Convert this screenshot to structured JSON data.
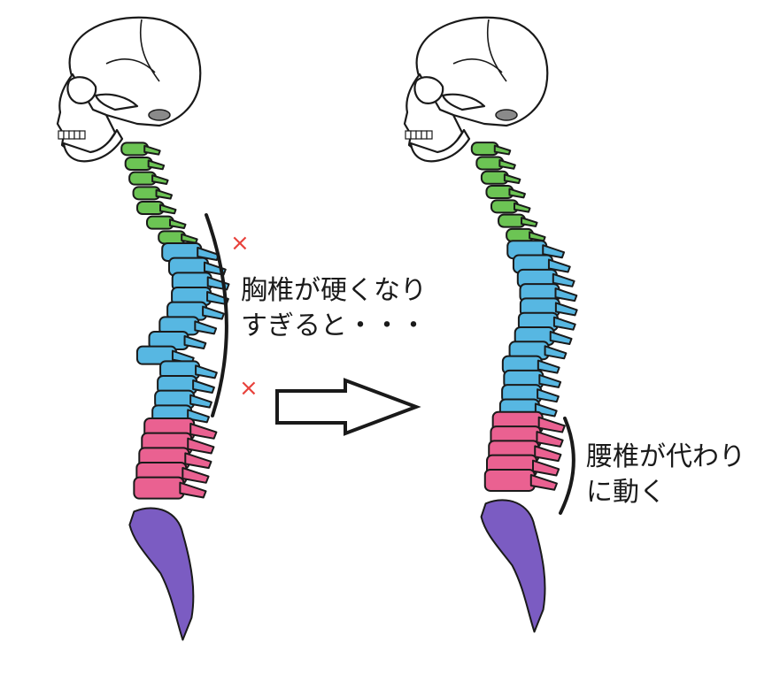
{
  "colors": {
    "cervical": "#6cc454",
    "thoracic": "#57b7e2",
    "lumbar": "#ea6191",
    "sacrum": "#7b5cc2",
    "outline": "#1a1a1a",
    "x_mark": "#e8423c"
  },
  "annotations": {
    "thoracic_stiff": {
      "line1": "胸椎が硬くなり",
      "line2": "すぎると・・・",
      "marks": [
        "×",
        "×"
      ]
    },
    "lumbar_compensate": {
      "line1": "腰椎が代わり",
      "line2": "に動く"
    }
  },
  "icons": {
    "transition_arrow": "right-arrow-icon",
    "skull": "skull-icon"
  }
}
